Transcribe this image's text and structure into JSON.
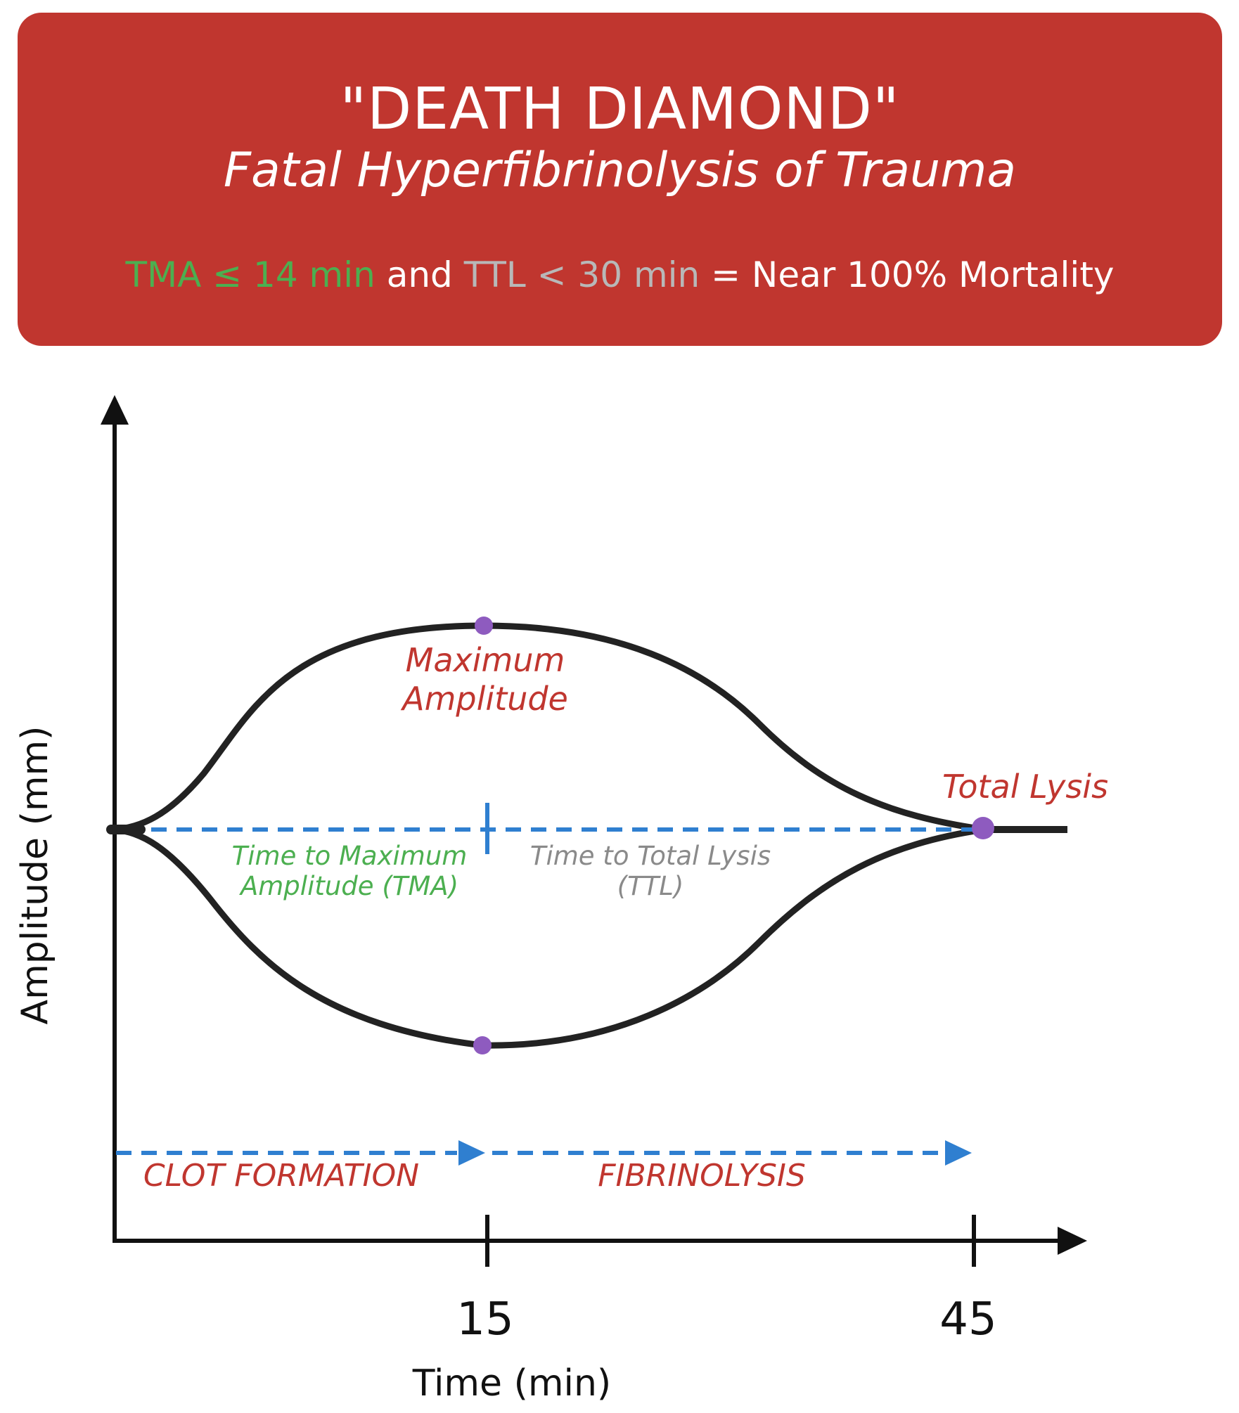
{
  "banner": {
    "title": "\"DEATH DIAMOND\"",
    "subtitle": "Fatal Hyperfibrinolysis of Trauma",
    "criteria": {
      "tma": "TMA ≤ 14 min",
      "and": " and ",
      "ttl": "TTL < 30 min",
      "result": " = Near 100% Mortality"
    },
    "colors": {
      "background": "#c0362f",
      "tma": "#4caf50",
      "ttl": "#b8b8b8"
    }
  },
  "diagram": {
    "y_axis_label": "Amplitude (mm)",
    "x_axis_label": "Time (min)",
    "x_ticks": [
      "15",
      "45"
    ],
    "labels": {
      "maximum_amplitude_line1": "Maximum",
      "maximum_amplitude_line2": "Amplitude",
      "total_lysis": "Total Lysis",
      "tma_line1": "Time to Maximum",
      "tma_line2": "Amplitude (TMA)",
      "ttl_line1": "Time to Total Lysis",
      "ttl_line2": "(TTL)",
      "clot_formation": "CLOT FORMATION",
      "fibrinolysis": "FIBRINOLYSIS"
    },
    "colors": {
      "curve": "#222222",
      "dashed_arrow": "#2f7fd0",
      "point_marker": "#8e5bbf",
      "red_label": "#c0362f",
      "green_label": "#4caf50",
      "grey_label": "#8a8a8a"
    }
  }
}
